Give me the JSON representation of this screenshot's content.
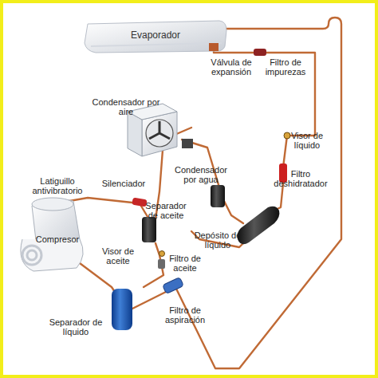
{
  "diagram": {
    "nodes": [
      {
        "text": [
          "Evaporador"
        ]
      }
    ],
    "labels": [
      "Válvula de expansión",
      "Filtro de impurezas",
      "Condensador por aire",
      "Visor de líquido",
      "Latiguillo antivibratorio",
      "Silenciador",
      "Condensador por agua",
      "Filtro deshidratador",
      "Separador de aceite",
      "Compresor",
      "Visor de aceite",
      "Filtro de aceite",
      "Depósito de líquido",
      "Filtro de aspiración",
      "Separador de líquido"
    ]
  }
}
